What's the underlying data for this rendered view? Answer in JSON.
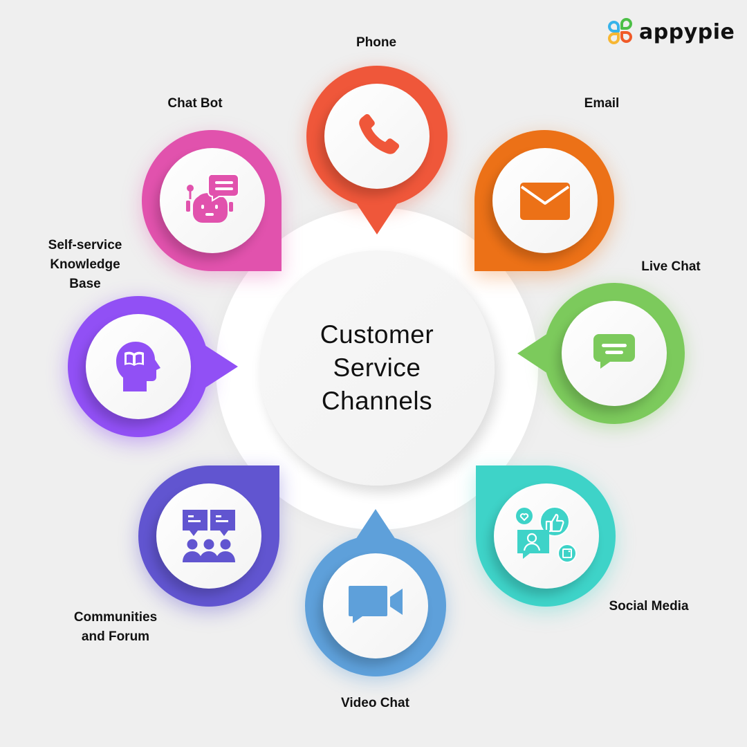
{
  "brand": {
    "name": "appypie",
    "logo_colors": [
      "#37b3ea",
      "#4cbf47",
      "#f7b733",
      "#f05a28"
    ]
  },
  "center": {
    "title_lines": [
      "Customer",
      "Service",
      "Channels"
    ]
  },
  "channels": [
    {
      "id": "phone",
      "label": "Phone",
      "icon": "phone-icon",
      "color": "#ef573a"
    },
    {
      "id": "email",
      "label": "Email",
      "icon": "envelope-icon",
      "color": "#ec7117"
    },
    {
      "id": "live-chat",
      "label": "Live Chat",
      "icon": "chat-bubble-icon",
      "color": "#7cca5c"
    },
    {
      "id": "social-media",
      "label": "Social Media",
      "icon": "social-media-icon",
      "color": "#3ed3c8"
    },
    {
      "id": "video-chat",
      "label": "Video Chat",
      "icon": "video-camera-icon",
      "color": "#5ea0da"
    },
    {
      "id": "communities",
      "label_lines": [
        "Communities",
        "and Forum"
      ],
      "icon": "community-group-icon",
      "color": "#6155d0"
    },
    {
      "id": "self-service",
      "label_lines": [
        "Self-service",
        "Knowledge",
        "Base"
      ],
      "icon": "head-book-icon",
      "color": "#9150f5"
    },
    {
      "id": "chat-bot",
      "label": "Chat Bot",
      "icon": "robot-chat-icon",
      "color": "#e152ad"
    }
  ]
}
